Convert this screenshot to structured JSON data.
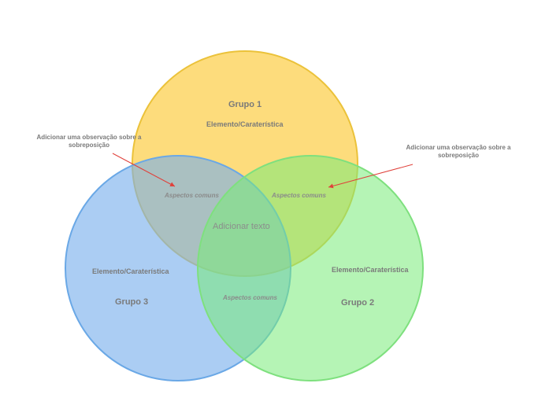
{
  "groups": [
    {
      "title": "Grupo 1",
      "element": "Elemento/Caraterística",
      "color": "#f7c840"
    },
    {
      "title": "Grupo 2",
      "element": "Elemento/Caraterística",
      "color": "#6ee66e"
    },
    {
      "title": "Grupo 3",
      "element": "Elemento/Caraterística",
      "color": "#5a9ee0"
    }
  ],
  "overlaps": {
    "g1_g3": "Aspectos comuns",
    "g1_g2": "Aspectos comuns",
    "g2_g3": "Aspectos comuns",
    "center": "Adicionar texto"
  },
  "notes": {
    "left": "Adicionar uma observação sobre a sobreposição",
    "right": "Adicionar uma observação sobre a sobreposição",
    "arrow_color": "#e0403a"
  }
}
